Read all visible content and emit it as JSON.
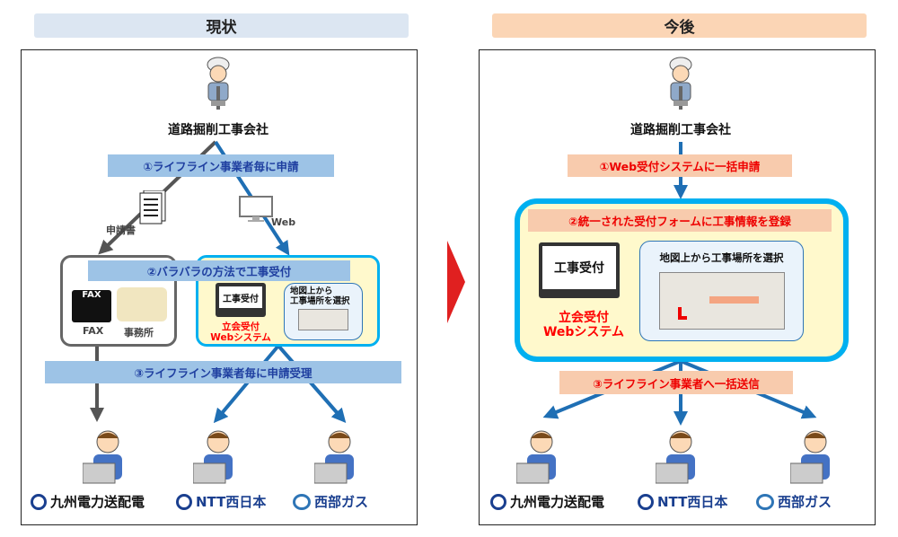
{
  "current": {
    "header": "現状",
    "company": "道路掘削工事会社",
    "step1": "①ライフライン事業者毎に申請",
    "doc_label": "申請書",
    "web_label": "Web",
    "step2": "②バラバラの方法で工事受付",
    "fax_icon_text": "FAX",
    "fax_label": "FAX",
    "office_label": "事務所",
    "screen_text": "工事受付",
    "system_line1": "立会受付",
    "system_line2": "Webシステム",
    "bubble_line1": "地図上から",
    "bubble_line2": "工事場所を選択",
    "step3": "③ライフライン事業者毎に申請受理"
  },
  "future": {
    "header": "今後",
    "company": "道路掘削工事会社",
    "step1": "①Web受付システムに一括申請",
    "step2": "②統一された受付フォームに工事情報を登録",
    "screen_text": "工事受付",
    "system_line1": "立会受付",
    "system_line2": "Webシステム",
    "bubble_text": "地図上から工事場所を選択",
    "step3": "③ライフライン事業者へ一括送信"
  },
  "logos": [
    "九州電力送配電",
    "NTT西日本",
    "西部ガス"
  ],
  "colors": {
    "current_header": "#dce6f2",
    "future_header": "#fbd5b5",
    "blue_banner": "#9dc3e6",
    "peach_banner": "#f8cbad",
    "system_border": "#00b0f0",
    "system_bg": "#fff9cc",
    "arrow_blue": "#1f6fb4",
    "arrow_gray": "#555555",
    "transition_arrow": "#e02020"
  },
  "icons": [
    "construction-worker-icon",
    "document-icon",
    "monitor-icon",
    "fax-icon",
    "office-icon",
    "operator-icon",
    "transition-arrow-icon"
  ]
}
